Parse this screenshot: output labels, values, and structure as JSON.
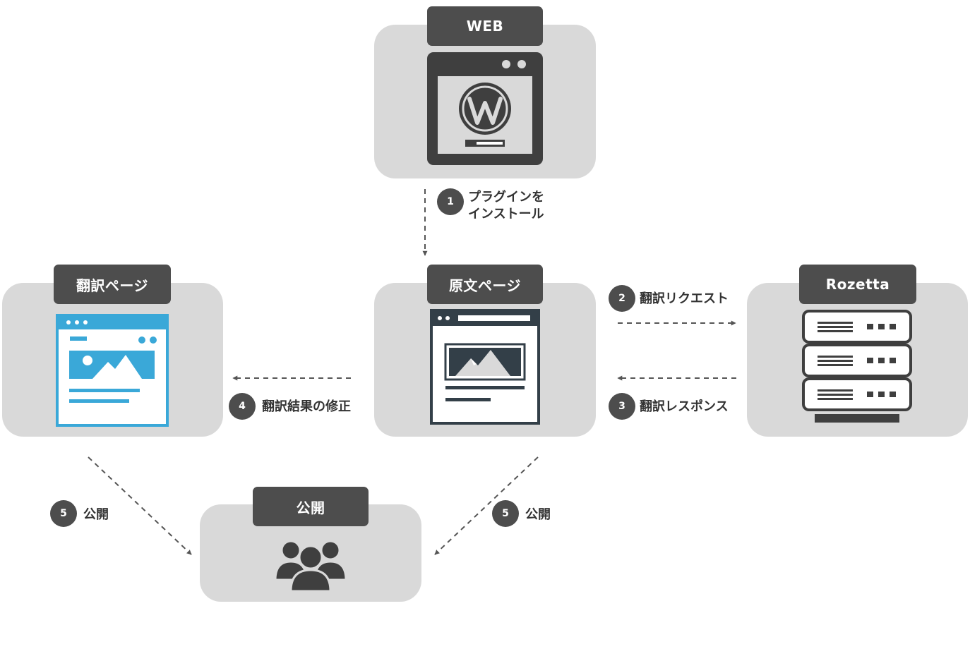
{
  "nodes": {
    "web": {
      "label": "WEB"
    },
    "translated_page": {
      "label": "翻訳ページ"
    },
    "source_page": {
      "label": "原文ページ"
    },
    "rozetta": {
      "label": "Rozetta"
    },
    "publish": {
      "label": "公開"
    }
  },
  "steps": {
    "install": {
      "number": "1",
      "label_line1": "プラグインを",
      "label_line2": "インストール"
    },
    "request": {
      "number": "2",
      "label": "翻訳リクエスト"
    },
    "response": {
      "number": "3",
      "label": "翻訳レスポンス"
    },
    "fix": {
      "number": "4",
      "label": "翻訳結果の修正"
    },
    "publish_left": {
      "number": "5",
      "label": "公開"
    },
    "publish_right": {
      "number": "5",
      "label": "公開"
    }
  },
  "icons": {
    "web": "wordpress-browser-icon",
    "translated_page": "webpage-icon",
    "source_page": "webpage-icon",
    "rozetta": "server-rack-icon",
    "publish": "users-group-icon"
  },
  "colors": {
    "panel": "#d9d9d9",
    "tab": "#4d4d4d",
    "dark_icon": "#3f3f3f",
    "source_icon": "#333f48",
    "translated_icon": "#3aa8d8",
    "arrow": "#555555"
  }
}
